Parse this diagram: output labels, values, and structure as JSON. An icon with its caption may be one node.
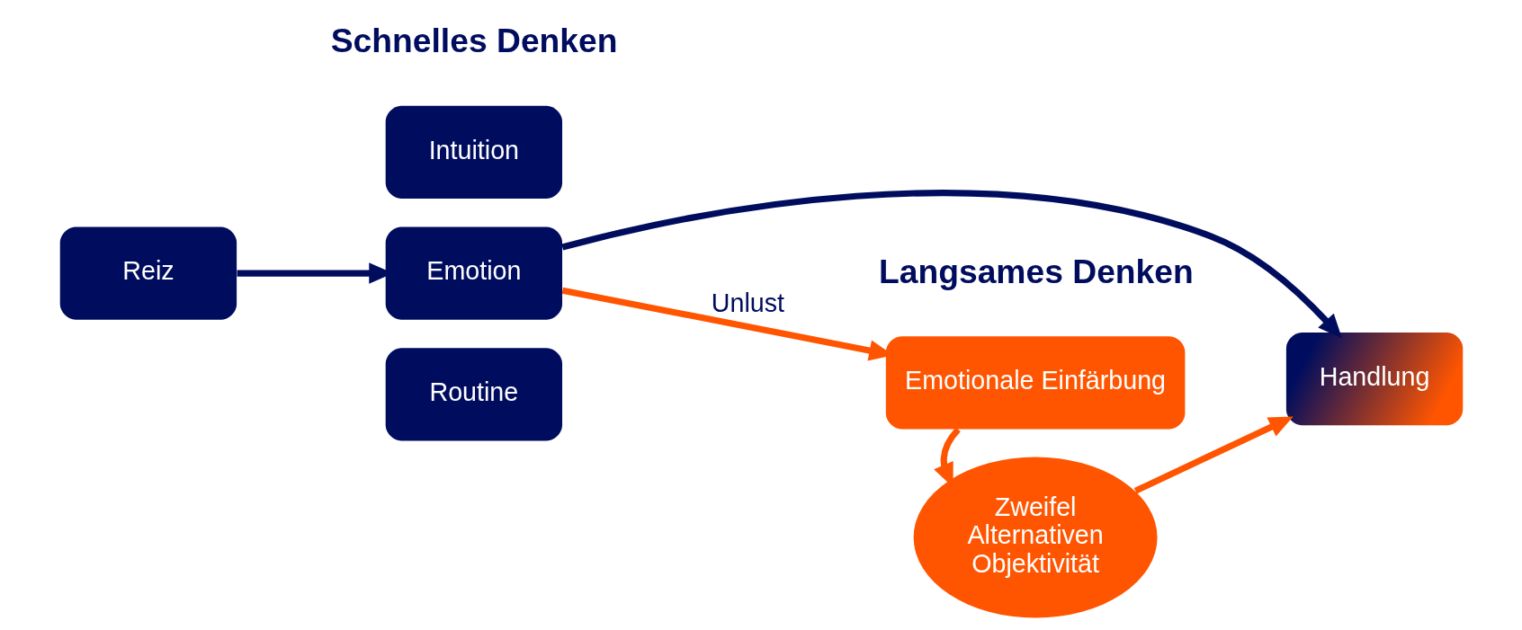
{
  "diagram": {
    "nodes": [
      {
        "text": [
          "Reiz"
        ]
      },
      {
        "text": [
          "Intuition"
        ]
      },
      {
        "text": [
          "Emotion"
        ]
      },
      {
        "text": [
          "Routine"
        ]
      },
      {
        "text": [
          "Handlung"
        ]
      },
      {
        "text": [
          "Emotionale Einfärbung"
        ]
      },
      {
        "text": [
          "Zweifel",
          "Alternativen",
          "Objektivität"
        ]
      }
    ],
    "edges": [
      {
        "from": 0,
        "to": 2,
        "arrow": "to",
        "color": "#000d5e"
      },
      {
        "from": 2,
        "to": 4,
        "arrow": "to",
        "color": "#000d5e"
      },
      {
        "from": 2,
        "to": 5,
        "arrow": "to",
        "label": "Unlust"
      },
      {
        "from": 5,
        "to": 6,
        "arrow": "to"
      },
      {
        "from": 6,
        "to": 4,
        "arrow": "to"
      }
    ],
    "labels": [
      "Schnelles Denken",
      "Langsames Denken"
    ]
  }
}
